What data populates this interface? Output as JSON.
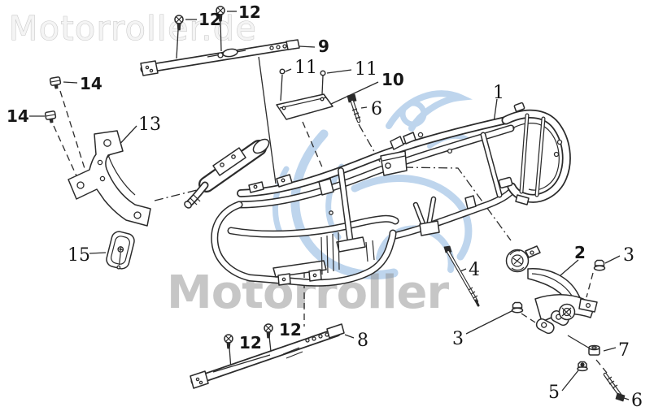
{
  "watermarks": {
    "top_left": "Motorroller.de",
    "center": "Motorroller",
    "logo_icon": "motorroller-blue-scooter-swoosh-logo"
  },
  "colors": {
    "background": "#ffffff",
    "line": "#2b2b2b",
    "watermark_outline": "#c6c6c6",
    "watermark_gray": "#8f8f8f",
    "logo_blue": "#aecbe9"
  },
  "diagram": {
    "type": "exploded-parts-drawing",
    "subject": "scooter frame with mounts and fasteners",
    "callouts": [
      {
        "number": "12",
        "position": "top-left"
      },
      {
        "number": "12",
        "position": "top-right"
      },
      {
        "number": "9",
        "position": "top"
      },
      {
        "number": "14",
        "position": "upper-left"
      },
      {
        "number": "14",
        "position": "far-left"
      },
      {
        "number": "13",
        "position": "left"
      },
      {
        "number": "15",
        "position": "lower-left"
      },
      {
        "number": "11",
        "position": "upper-middle-left"
      },
      {
        "number": "11",
        "position": "upper-middle-right"
      },
      {
        "number": "10",
        "position": "upper-middle"
      },
      {
        "number": "6",
        "position": "upper-middle-far-right"
      },
      {
        "number": "1",
        "position": "right-top"
      },
      {
        "number": "2",
        "position": "right"
      },
      {
        "number": "3",
        "position": "far-right"
      },
      {
        "number": "3",
        "position": "center-bottom"
      },
      {
        "number": "4",
        "position": "center-right"
      },
      {
        "number": "8",
        "position": "bottom-center"
      },
      {
        "number": "12",
        "position": "bottom-left"
      },
      {
        "number": "12",
        "position": "bottom-mid"
      },
      {
        "number": "5",
        "position": "bottom-right"
      },
      {
        "number": "7",
        "position": "bottom-far-right"
      },
      {
        "number": "6",
        "position": "bottom-corner"
      }
    ]
  }
}
